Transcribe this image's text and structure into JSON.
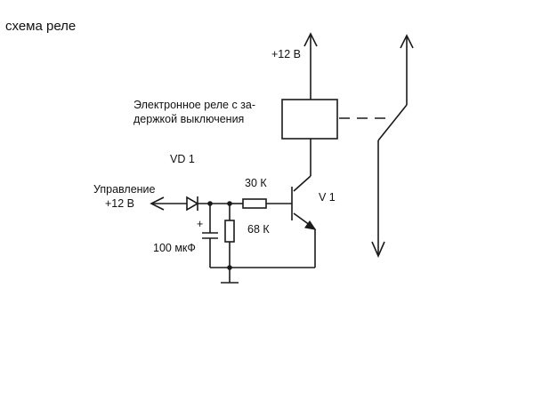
{
  "title": "схема реле",
  "labels": {
    "supply": "+12 В",
    "relay_line1": "Электронное реле с за-",
    "relay_line2": "держкой выключения",
    "diode": "VD 1",
    "control_line1": "Управление",
    "control_line2": "+12 В",
    "resistor_series": "30 К",
    "transistor": "V 1",
    "resistor_shunt": "68 К",
    "capacitor_polarity": "+",
    "capacitor": "100 мкФ"
  }
}
